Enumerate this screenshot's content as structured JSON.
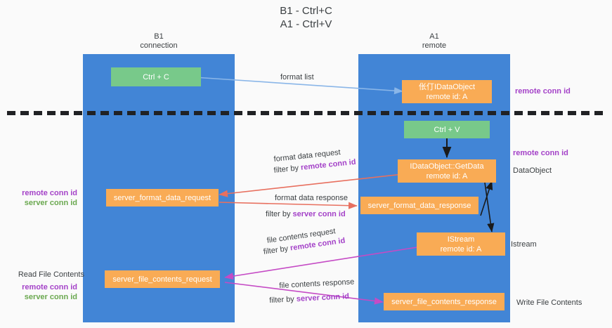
{
  "title": {
    "line1": "B1 - Ctrl+C",
    "line2": "A1 - Ctrl+V"
  },
  "columns": [
    {
      "name": "B1",
      "role": "connection"
    },
    {
      "name": "A1",
      "role": "remote"
    }
  ],
  "nodes": {
    "ctrl_c": {
      "label": "Ctrl + C",
      "color": "#78c98a"
    },
    "idataobject_create": {
      "line1": "伥仃IDataObject",
      "line2": "remote id: A",
      "color": "#f9ab55"
    },
    "ctrl_v": {
      "label": "Ctrl + V",
      "color": "#78c98a"
    },
    "getdata": {
      "line1": "IDataObject::GetData",
      "line2": "remote id: A",
      "color": "#f9ab55"
    },
    "server_format_data_request": {
      "label": "server_format_data_request",
      "color": "#f9ab55"
    },
    "server_format_data_response": {
      "label": "server_format_data_response",
      "color": "#f9ab55"
    },
    "istream": {
      "line1": "IStream",
      "line2": "remote id: A",
      "color": "#f9ab55"
    },
    "server_file_contents_request": {
      "label": "server_file_contents_request",
      "color": "#f9ab55"
    },
    "server_file_contents_response": {
      "label": "server_file_contents_response",
      "color": "#f9ab55"
    }
  },
  "edge_labels": {
    "format_list": "format list",
    "format_data_request": "format data request",
    "format_data_request_filter_prefix": "filter by ",
    "format_data_request_filter_key": "remote conn id",
    "format_data_response": "format data response",
    "format_data_response_filter_prefix": "filter by ",
    "format_data_response_filter_key": "server conn id",
    "file_contents_request": "file contents request",
    "file_contents_request_filter_prefix": "filter by ",
    "file_contents_request_filter_key": "remote conn id",
    "file_contents_response": "file contents response",
    "file_contents_response_filter_prefix": "filter by ",
    "file_contents_response_filter_key": "server conn id"
  },
  "annotations": {
    "right_top_conn": "remote conn id",
    "right_mid_conn": "remote conn id",
    "right_dataobject": "DataObject",
    "right_istream": "Istream",
    "right_write": "Write File Contents",
    "left_remote_conn": "remote conn id",
    "left_server_conn": "server conn id",
    "left_read": "Read File Contents",
    "left_remote_conn2": "remote conn id",
    "left_server_conn2": "server conn id"
  },
  "colors": {
    "lane": "#4285d6",
    "orange": "#f9ab55",
    "green": "#78c98a",
    "purple": "#a442c8",
    "green_text": "#6aa84f",
    "red_arrow": "#e8705f",
    "blue_arrow": "#8ab6e8",
    "magenta_arrow": "#c54bc5",
    "divider": "#202124",
    "background": "#fafafa"
  }
}
